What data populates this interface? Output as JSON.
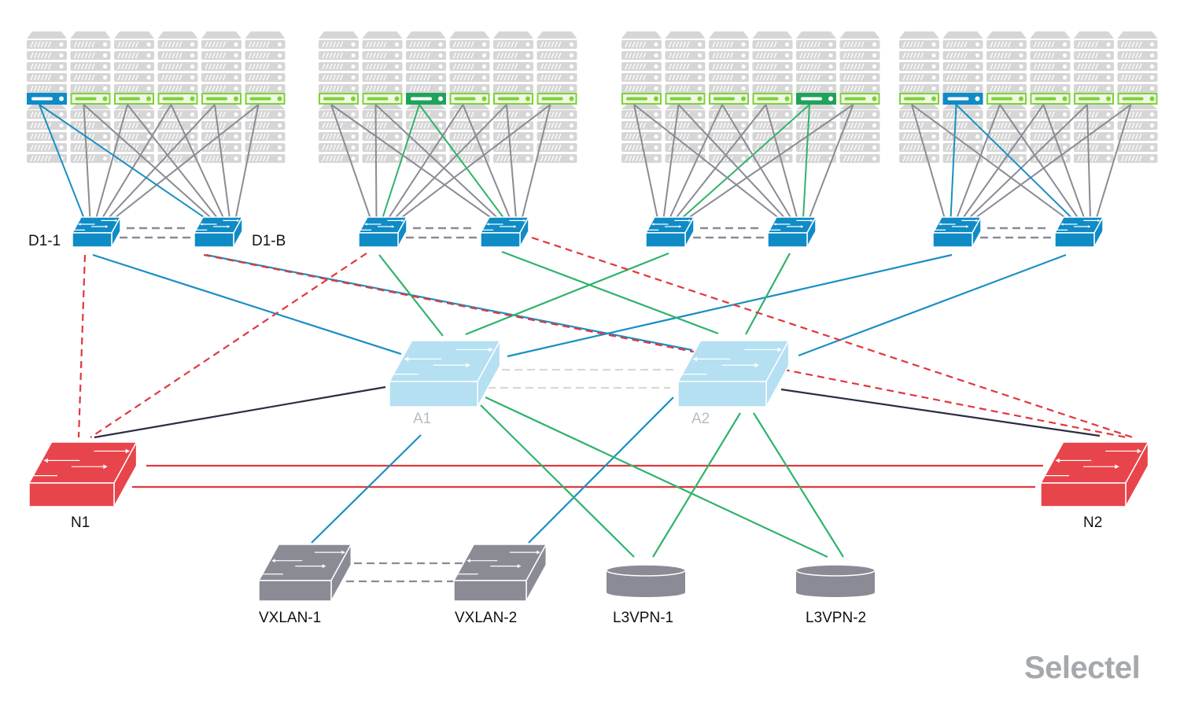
{
  "colors": {
    "rack": "#d6d6d6",
    "server_green_border": "#7fd13b",
    "server_green_fill": "#e9f7dc",
    "server_green_bar": "#7fd13b",
    "server_blue": "#0f8bc6",
    "server_darkgreen": "#1fa35a",
    "link_gray": "#8a8b95",
    "link_blue": "#1a8fc4",
    "link_green": "#2fb36c",
    "link_red": "#e0383e",
    "link_dark": "#2b2d42",
    "link_lightgray": "#d8d8d8",
    "switch_leaf": "#0f8bc6",
    "switch_agg": "#b4e0f2",
    "switch_core": "#e8444b",
    "switch_vxlan": "#8a8b95",
    "l3vpn": "#8a8b95"
  },
  "pods": [
    {
      "name": "pod-1",
      "highlight_index": 0,
      "highlight_kind": "blue"
    },
    {
      "name": "pod-2",
      "highlight_index": 2,
      "highlight_kind": "darkgreen"
    },
    {
      "name": "pod-3",
      "highlight_index": 4,
      "highlight_kind": "darkgreen"
    },
    {
      "name": "pod-4",
      "highlight_index": 1,
      "highlight_kind": "blue"
    }
  ],
  "nodes": {
    "d1_1": {
      "label": "D1-1"
    },
    "d1_b": {
      "label": "D1-B"
    },
    "a1": {
      "label": "A1"
    },
    "a2": {
      "label": "A2"
    },
    "n1": {
      "label": "N1"
    },
    "n2": {
      "label": "N2"
    },
    "vxlan1": {
      "label": "VXLAN-1"
    },
    "vxlan2": {
      "label": "VXLAN-2"
    },
    "l3vpn1": {
      "label": "L3VPN-1"
    },
    "l3vpn2": {
      "label": "L3VPN-2"
    }
  },
  "brand": {
    "logo_text": "Selectel"
  }
}
